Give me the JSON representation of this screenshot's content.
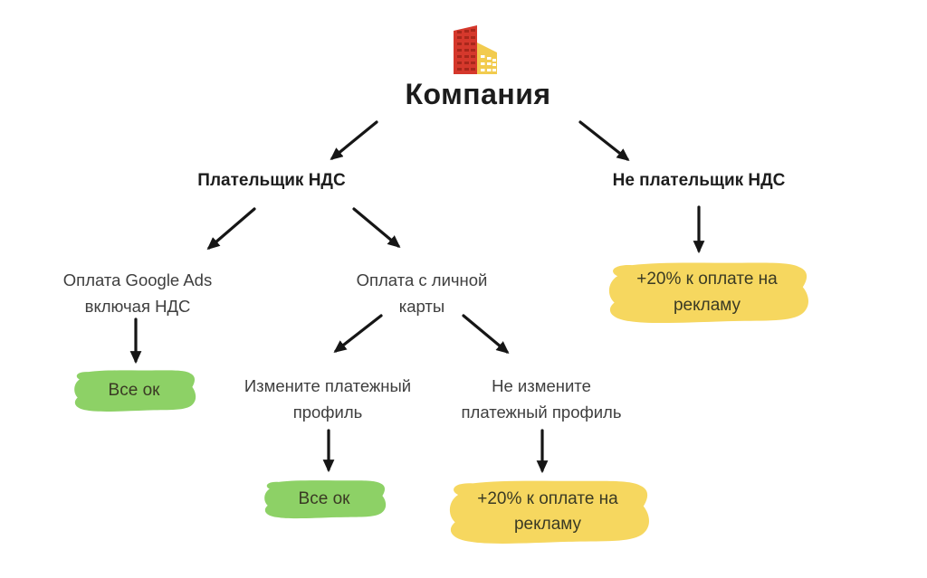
{
  "title": {
    "text": "Компания"
  },
  "icon": {
    "name": "company-buildings-icon",
    "red": "#d5382c",
    "red_window": "#a8271b",
    "yellow": "#f2cb4e",
    "yellow_window": "#ffffff"
  },
  "colors": {
    "highlight_green": "#8dd166",
    "highlight_yellow": "#f6d75f",
    "arrow": "#161616",
    "heading_text": "#1d1d1d",
    "body_text": "#3e3e3e",
    "background": "#ffffff"
  },
  "nodes": {
    "vat_payer": {
      "label": "Плательщик НДС"
    },
    "non_vat_payer": {
      "label": "Не плательщик НДС"
    },
    "pay_google_ads": {
      "label": "Оплата Google Ads включая НДС"
    },
    "pay_personal_card": {
      "label": "Оплата с личной карты"
    },
    "plus20_right": {
      "label": "+20% к оплате на рекламу"
    },
    "all_ok_left": {
      "label": "Все ок"
    },
    "change_profile": {
      "label": "Измените платежный профиль"
    },
    "not_change_profile": {
      "label": "Не измените платежный профиль"
    },
    "all_ok_bottom": {
      "label": "Все ок"
    },
    "plus20_bottom": {
      "label": "+20% к оплате на рекламу"
    }
  }
}
